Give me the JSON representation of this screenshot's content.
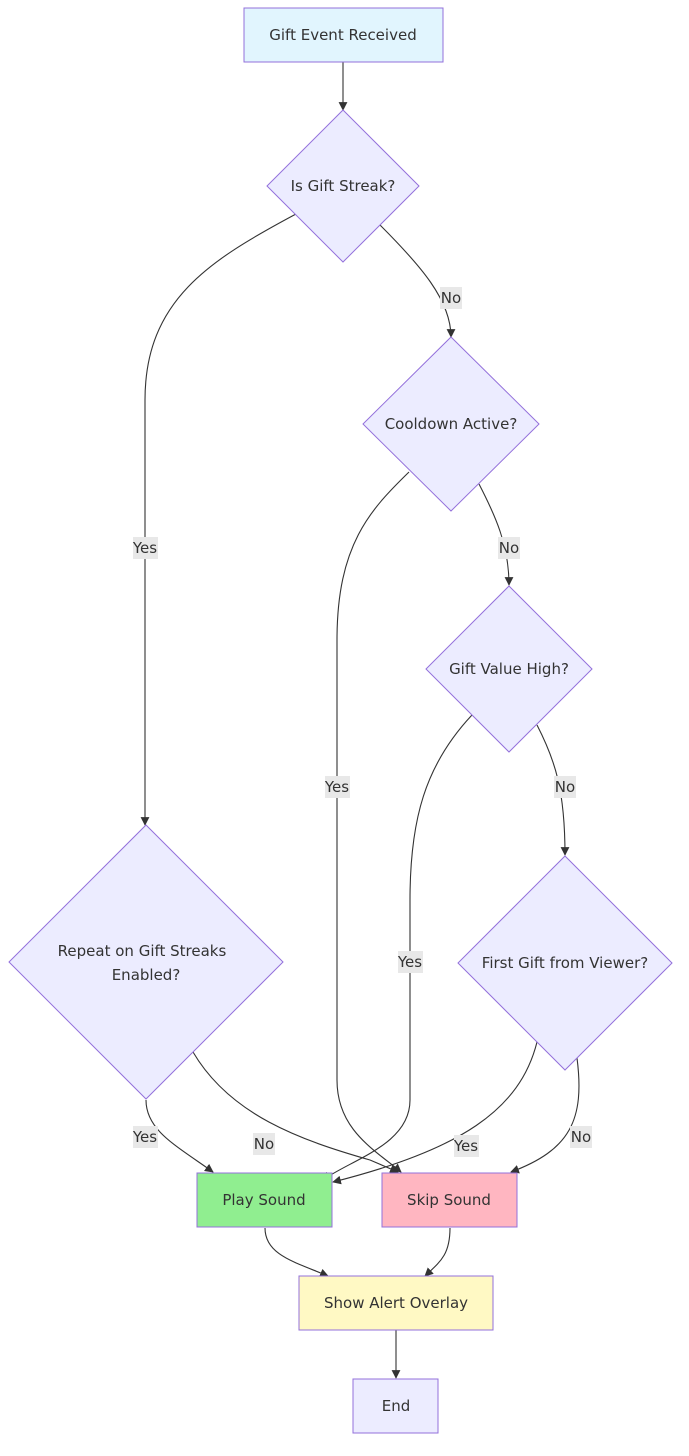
{
  "nodes": {
    "gift_event": "Gift Event Received",
    "is_gift_streak": "Is Gift Streak?",
    "cooldown_active": "Cooldown Active?",
    "gift_value_high": "Gift Value High?",
    "repeat_on_streaks": [
      "Repeat on Gift Streaks",
      "Enabled?"
    ],
    "first_gift": "First Gift from Viewer?",
    "play_sound": "Play Sound",
    "skip_sound": "Skip Sound",
    "show_alert": "Show Alert Overlay",
    "end": "End"
  },
  "edge_labels": {
    "streak_no": "No",
    "streak_yes": "Yes",
    "cooldown_no": "No",
    "cooldown_yes": "Yes",
    "value_no": "No",
    "value_yes": "Yes",
    "repeat_yes": "Yes",
    "repeat_no": "No",
    "first_yes": "Yes",
    "first_no": "No"
  },
  "colors": {
    "default_fill": "#ececff",
    "default_stroke": "#9370db",
    "start_fill": "#e1f5fe",
    "play_fill": "#90ee90",
    "skip_fill": "#ffb6c1",
    "alert_fill": "#fff9c4",
    "edge": "#333333"
  }
}
